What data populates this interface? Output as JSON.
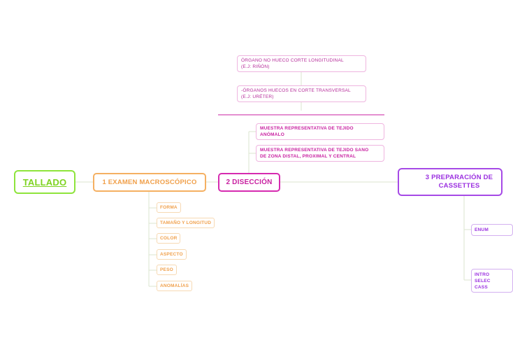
{
  "colors": {
    "root": "#8ee43c",
    "branch_1": "#f5b062",
    "branch_2": "#d62bb0",
    "branch_3": "#a64ae6",
    "connector": "#dbe6cf"
  },
  "root": {
    "label": "TALLADO"
  },
  "branch_1": {
    "label": "1 EXAMEN MACROSCÓPICO",
    "children": [
      "FORMA",
      "TAMAÑO Y LONGITUD",
      "COLOR",
      "ASPECTO",
      "PESO",
      "ANOMALÍAS"
    ]
  },
  "branch_2": {
    "label": "2 DISECCIÓN",
    "top_children": [
      {
        "line1": "ÓRGANO NO HUECO CORTE LONGITUDINAL",
        "line2": "(E.J: RIÑÓN)"
      },
      {
        "line1": "-ÓRGANOS HUECOS EN CORTE TRANSVERSAL",
        "line2": "(E.J: URÉTER)"
      }
    ],
    "children": [
      {
        "line1": "MUESTRA REPRESENTATIVA DE TEJIDO",
        "line2": "ANÓMALO"
      },
      {
        "line1": "MUESTRA REPRESENTATIVA DE TEJIDO SANO",
        "line2": "DE ZONA DISTAL, PROXIMAL Y CENTRAL"
      }
    ]
  },
  "branch_3": {
    "line1": "3 PREPARACIÓN DE",
    "line2": "CASSETTES",
    "children": [
      {
        "line1": "ENUM"
      },
      {
        "line1": "INTRO",
        "line2": "SELEC",
        "line3": "CASS"
      }
    ]
  }
}
